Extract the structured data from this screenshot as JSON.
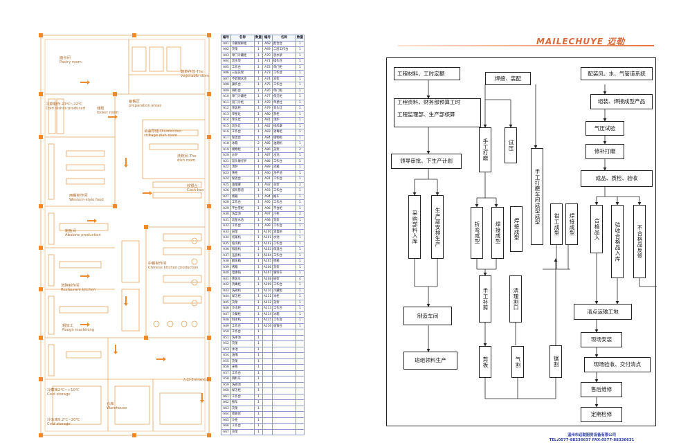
{
  "floor_plan": {
    "rooms": [
      {
        "id": "pastry",
        "line1": "面点间",
        "line2": "Pastry room"
      },
      {
        "id": "vegstore",
        "line1": "蔬菜存放-The",
        "line2": "vegetable store"
      },
      {
        "id": "prep",
        "line1": "备餐区",
        "line2": "preparation areas"
      },
      {
        "id": "cold",
        "line1": "冷菜制作-23℃~22℃",
        "line2": "Cold dishes produced"
      },
      {
        "id": "locker",
        "line1": "储柜",
        "line2": "locker room"
      },
      {
        "id": "disinfect",
        "line1": "消毒存储-Disinfection",
        "line2": "storage dish room"
      },
      {
        "id": "dishroom",
        "line1": "洗碗间-The",
        "line2": "dish room"
      },
      {
        "id": "cash",
        "line1": "收银台",
        "line2": "Cash box"
      },
      {
        "id": "western",
        "line1": "西餐制作间",
        "line2": "Western-style food"
      },
      {
        "id": "abalone",
        "line1": "鲍鱼间",
        "line2": "Abalone production"
      },
      {
        "id": "chinese",
        "line1": "中餐制作间",
        "line2": "Chinese kitchen production"
      },
      {
        "id": "restaurant",
        "line1": "洗碗制作间",
        "line2": "Restaurant kitchen"
      },
      {
        "id": "rough",
        "line1": "粗加工",
        "line2": "Rough machining"
      },
      {
        "id": "entrance",
        "line1": "入口-Entrance",
        "line2": ""
      },
      {
        "id": "coldstore",
        "line1": "冷藏库2℃~+10℃",
        "line2": "Cold storage"
      },
      {
        "id": "warehouse",
        "line1": "仓库",
        "line2": "Warehouse"
      },
      {
        "id": "freeze",
        "line1": "冷冻库9.2℃~20℃",
        "line2": "Cold storage"
      }
    ]
  },
  "equipment_table": {
    "headers": [
      "编号",
      "名称",
      "数量",
      "编号",
      "名称",
      "数量"
    ],
    "left_codes": [
      "A01",
      "A02",
      "A03",
      "A04",
      "A05",
      "A06",
      "A07",
      "A08",
      "A09",
      "A10",
      "A11",
      "A12",
      "A13",
      "A14",
      "A15",
      "A16",
      "A17",
      "A18",
      "A19",
      "A20",
      "A21",
      "A22",
      "A23",
      "A24",
      "A25",
      "A26",
      "A27",
      "A28",
      "A29",
      "A30",
      "A31",
      "A32",
      "A33",
      "A34",
      "A35",
      "A36",
      "A37",
      "A38",
      "A39",
      "A40",
      "A41",
      "A42",
      "A43",
      "A44",
      "A45",
      "A46",
      "A47",
      "A48",
      "A49",
      "A50",
      "A51",
      "A52",
      "A53",
      "A54",
      "A55",
      "A56",
      "A57",
      "A58",
      "A59",
      "A60",
      "A61",
      "A62",
      "A63",
      "A64",
      "A65",
      "A66",
      "A67"
    ],
    "right_codes": [
      "A68",
      "A69",
      "A70",
      "A71",
      "A72",
      "A73",
      "A74",
      "A75",
      "A76",
      "A77",
      "A78",
      "A79",
      "A80",
      "A81",
      "A82",
      "A83",
      "A84",
      "A85",
      "A86",
      "A87",
      "A88",
      "A89",
      "A90",
      "A91",
      "A92",
      "A93",
      "A94",
      "A95",
      "A96",
      "A97",
      "A98",
      "A99",
      "A100",
      "A101",
      "A102",
      "A103",
      "A104",
      "A105",
      "A106",
      "A107",
      "A108",
      "A109",
      "A110",
      "A111",
      "A112",
      "A113",
      "A114",
      "A115",
      "A116"
    ],
    "left_names": [
      "冷藏保鲜柜",
      "货架",
      "单门冷藏柜",
      "沥水架",
      "工作台",
      "三层货架",
      "不锈钢水池",
      "操作台",
      "调料台",
      "单门冷藏柜",
      "双门冷柜",
      "蒸饭柜",
      "单星灶",
      "单头灶",
      "双头灶",
      "工作台",
      "保温台",
      "冰箱",
      "储物柜",
      "炒炉",
      "双头矮仔炉",
      "汤炉",
      "蒸柜",
      "保温台",
      "油烟罩",
      "排风管道",
      "烤箱",
      "工作台",
      "平台雪柜",
      "洗菜池",
      "双星水池",
      "工作台",
      "层架",
      "切菜机",
      "绞肉机",
      "和面机",
      "压面机",
      "醒发箱",
      "烤箱",
      "电饼铛",
      "蒸饭车",
      "消毒柜",
      "洗碗机",
      "保洁柜",
      "货架",
      "冷冻柜",
      "冷藏柜",
      "制冰机",
      "工作台",
      "工作台",
      "洗手池",
      "货架",
      "水池",
      "油隔",
      "货架",
      "米柜",
      "工作台",
      "调料车",
      "洗碗池",
      "保洁柜",
      "工作台",
      "推车",
      "货架",
      "收银台",
      "冷柜",
      "工作台",
      "货架"
    ],
    "right_names": [
      "配合台",
      "二层工作台",
      "沥水架",
      "操作台",
      "单门柜",
      "工作台",
      "货架",
      "工作台",
      "单门柜",
      "保洁柜",
      "单星灶",
      "双头灶",
      "蒸柜",
      "汤炉",
      "排风罩",
      "消毒柜",
      "储物柜",
      "油烟机",
      "货架",
      "水池",
      "工作台",
      "冰箱",
      "洗手池",
      "工作台",
      "货架",
      "工作台",
      "推车",
      "工作台",
      "平台柜",
      "冷柜",
      "货架",
      "工作台",
      "消毒柜",
      "水池",
      "工作台",
      "保温台",
      "工作台",
      "烤箱",
      "货架",
      "调料车",
      "层架",
      "工作台",
      "冷藏柜",
      "米柜",
      "货架",
      "工作台",
      "冰箱",
      "工作台",
      "收银台"
    ],
    "qty_left": [
      "1",
      "1",
      "1",
      "1",
      "1",
      "1",
      "1",
      "1",
      "1",
      "1",
      "1",
      "1",
      "1",
      "1",
      "1",
      "1",
      "1",
      "2",
      "1",
      "1",
      "1",
      "1",
      "1",
      "1",
      "1",
      "1",
      "1",
      "1",
      "1",
      "1",
      "1",
      "1",
      "1",
      "1",
      "1",
      "1",
      "1",
      "1",
      "1",
      "1",
      "1",
      "1",
      "1",
      "1",
      "1",
      "1",
      "1",
      "1",
      "1",
      "1",
      "1",
      "1",
      "1",
      "1",
      "1",
      "1",
      "1",
      "1",
      "1",
      "1",
      "1",
      "1",
      "1",
      "1",
      "1",
      "1",
      "1"
    ],
    "qty_right": [
      "1",
      "1",
      "1",
      "1",
      "1",
      "1",
      "1",
      "1",
      "1",
      "1",
      "1",
      "1",
      "1",
      "1",
      "1",
      "1",
      "1",
      "1",
      "2",
      "1",
      "1",
      "1",
      "1",
      "1",
      "2",
      "1",
      "1",
      "1",
      "1",
      "2",
      "1",
      "1",
      "1",
      "1",
      "1",
      "1",
      "1",
      "1",
      "1",
      "1",
      "4",
      "1",
      "1",
      "1",
      "1",
      "1",
      "1",
      "1",
      "1"
    ]
  },
  "brand": {
    "name": "MAILECHUYE 迈勒"
  },
  "flowchart": {
    "nodes": {
      "n1": "工程材料、工时定额",
      "n2": "焊接、装配",
      "n3": "配装风、水、气管道系统",
      "n4": "工程资料、财务部预算工时",
      "n5": "工程监理部、生产部核算",
      "n6": "组装、焊接成型产品",
      "n7": "气压试验",
      "n8": "修补打磨",
      "n9": "领导审批、下生产计划",
      "n10": "手工打磨",
      "n11": "试压",
      "n12": "手工打磨车间成型成型",
      "n13": "成品、质检、验收",
      "n14": "采购部料入库",
      "n15": "生产部安排生产",
      "n16": "折弯成型",
      "n17": "焊接成型",
      "n18": "焊接成型",
      "n19": "钳工成型",
      "n20": "焊接成型",
      "n21": "合格品入",
      "n22": "验收合格品入库",
      "n23": "不合格品反修",
      "n24": "手工补剪",
      "n25": "清理割口",
      "n26": "制造车间",
      "n27": "清点运输工地",
      "n28": "现场安装",
      "n29": "班组领料生产",
      "n30": "剪板",
      "n31": "气割",
      "n32": "锯割",
      "n33": "现场验收、交付清点",
      "n34": "售后维修",
      "n35": "定期检修"
    }
  },
  "footer": {
    "company": "温州市迈勒厨房设备有限公司",
    "contact": "TEL:0577-88336637   FAX:0577-88336631"
  },
  "colors": {
    "plan_line": "#e8a35a",
    "plan_block": "#ef8a2c",
    "table_border": "#8a97c8",
    "brand": "#d9683b",
    "footer": "#2b3ea8"
  }
}
